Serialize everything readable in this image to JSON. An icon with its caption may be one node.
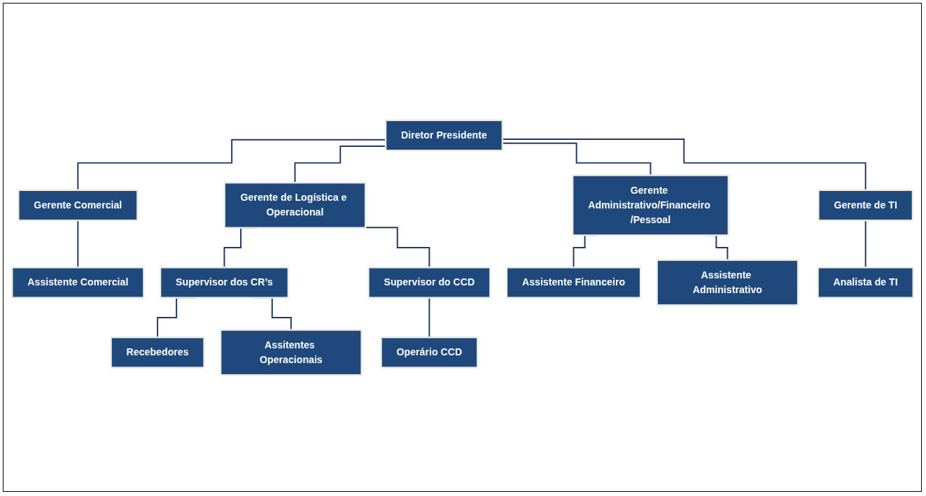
{
  "diagram": {
    "nodes": [
      {
        "text": [
          "Diretor Presidente"
        ]
      },
      {
        "text": [
          "Gerente Comercial"
        ]
      },
      {
        "text": [
          "Gerente de Logística e Operacional"
        ]
      },
      {
        "text": [
          "Gerente Administrativo/Financeiro /Pessoal"
        ]
      },
      {
        "text": [
          "Gerente de TI"
        ]
      },
      {
        "text": [
          "Assistente Comercial"
        ]
      },
      {
        "text": [
          "Supervisor dos CR’s"
        ]
      },
      {
        "text": [
          "Supervisor do CCD"
        ]
      },
      {
        "text": [
          "Assistente Financeiro"
        ]
      },
      {
        "text": [
          "Analista de TI"
        ]
      },
      {
        "text": [
          "Recebedores"
        ]
      },
      {
        "text": [
          "Operário CCD"
        ]
      },
      {
        "text": [
          "Assistente Administrativo"
        ]
      },
      {
        "text": [
          "Assitentes Operacionais"
        ]
      }
    ],
    "edges": [
      {
        "from": 0,
        "to": 1,
        "arrow": "none"
      },
      {
        "from": 0,
        "to": 2,
        "arrow": "none"
      },
      {
        "from": 0,
        "to": 3,
        "arrow": "none"
      },
      {
        "from": 0,
        "to": 4,
        "arrow": "none"
      },
      {
        "from": 1,
        "to": 5,
        "arrow": "none"
      },
      {
        "from": 2,
        "to": 6,
        "arrow": "none"
      },
      {
        "from": 2,
        "to": 7,
        "arrow": "none"
      },
      {
        "from": 3,
        "to": 8,
        "arrow": "none"
      },
      {
        "from": 3,
        "to": 12,
        "arrow": "none"
      },
      {
        "from": 4,
        "to": 9,
        "arrow": "none"
      },
      {
        "from": 6,
        "to": 10,
        "arrow": "none"
      },
      {
        "from": 6,
        "to": 13,
        "arrow": "none"
      },
      {
        "from": 7,
        "to": 11,
        "arrow": "none"
      }
    ]
  }
}
